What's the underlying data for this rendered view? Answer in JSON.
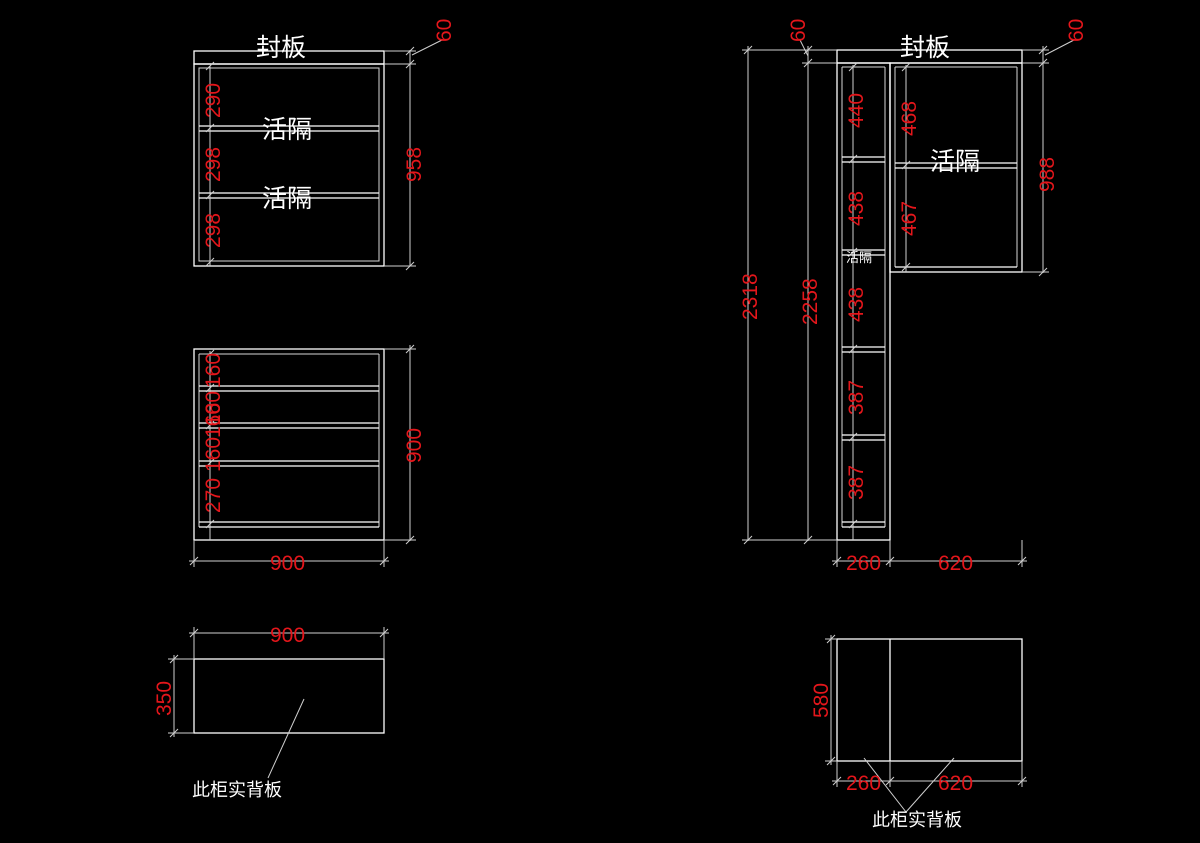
{
  "left_upper": {
    "title": "封板",
    "top_dim": "60",
    "height_dim": "958",
    "shelf_label_1": "活隔",
    "shelf_label_2": "活隔",
    "spacings": [
      "290",
      "298",
      "298"
    ]
  },
  "left_middle": {
    "height_dim": "900",
    "width_dim": "900",
    "spacings": [
      "160",
      "160",
      "160",
      "160",
      "270"
    ]
  },
  "left_plan": {
    "width_dim": "900",
    "depth_dim": "350",
    "note": "此柜实背板"
  },
  "right_elevation": {
    "title": "封板",
    "top_dim_left": "60",
    "top_dim_right": "60",
    "total_height": "2318",
    "inner_height": "2258",
    "upper_height": "988",
    "shelf_label_upper": "活隔",
    "shelf_label_narrow": "活隔",
    "narrow_spacings": [
      "440",
      "438",
      "438",
      "387",
      "387"
    ],
    "wide_spacings": [
      "468",
      "467"
    ],
    "width_narrow": "260",
    "width_wide": "620"
  },
  "right_plan": {
    "depth_dim": "580",
    "width_narrow": "260",
    "width_wide": "620",
    "note": "此柜实背板"
  }
}
